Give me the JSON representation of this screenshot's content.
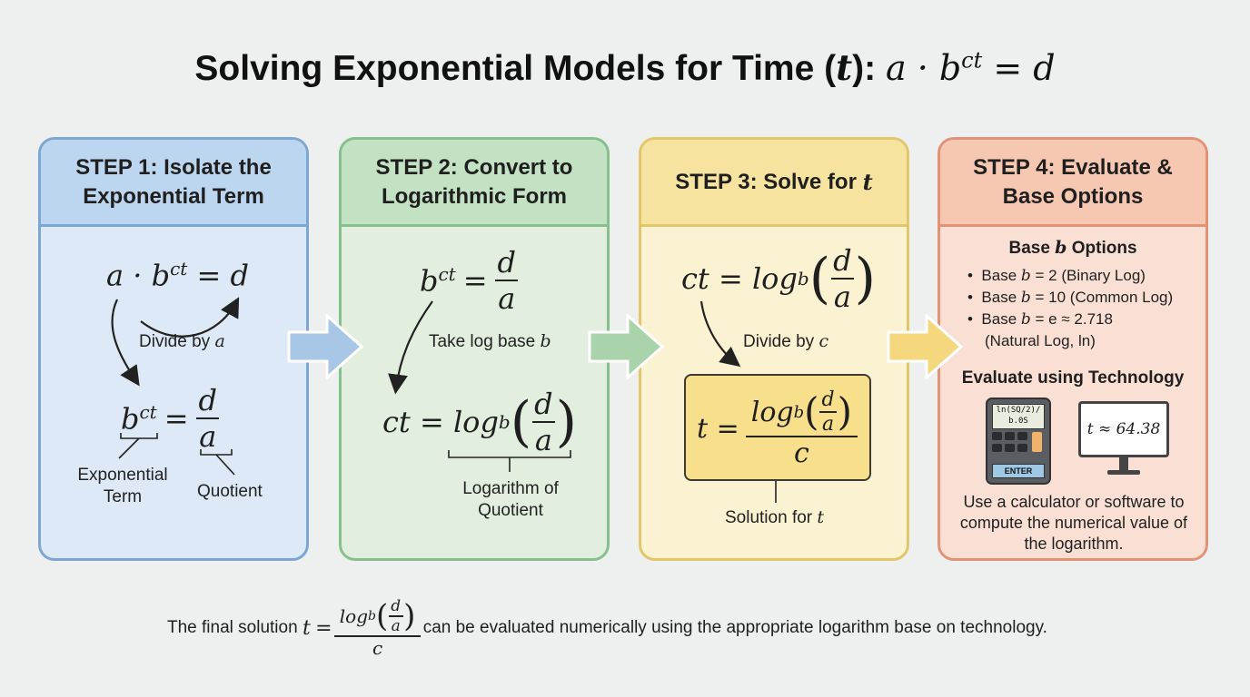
{
  "title": {
    "text": "Solving Exponential Models for Time (",
    "var": "t",
    "close": "):",
    "equation": "a · bᶜᵗ = d"
  },
  "step1": {
    "heading": "STEP 1: Isolate the Exponential Term",
    "eq_top_lhs": "a · b",
    "exp": "ct",
    "eq_top_rhs": "= d",
    "arrow_label": "Divide by",
    "arrow_var": "a",
    "eq_bottom_lhs": "b",
    "eq_bottom_eq": "=",
    "num": "d",
    "den": "a",
    "label_term": "Exponential Term",
    "label_quotient": "Quotient"
  },
  "step2": {
    "heading": "STEP 2: Convert to Logarithmic Form",
    "eq_top_lhs": "b",
    "exp": "ct",
    "eq_top_eq": "=",
    "num": "d",
    "den": "a",
    "arrow_label": "Take log base",
    "arrow_var": "b",
    "eq_bottom_lhs": "ct = log",
    "sub": "b",
    "label_log": "Logarithm of Quotient"
  },
  "step3": {
    "heading": "STEP 3: Solve for",
    "heading_var": "t",
    "eq_top_lhs": "ct = log",
    "sub": "b",
    "num": "d",
    "den": "a",
    "arrow_label": "Divide by",
    "arrow_var": "c",
    "sol_lhs": "t =",
    "sol_den": "c",
    "label_solution": "Solution for",
    "label_var": "t"
  },
  "step4": {
    "heading": "STEP 4: Evaluate & Base Options",
    "options_title": "Base",
    "options_var": "b",
    "options_title2": "Options",
    "options": [
      {
        "pre": "Base",
        "var": "b",
        "text": "= 2 (Binary Log)"
      },
      {
        "pre": "Base",
        "var": "b",
        "text": "= 10 (Common Log)"
      },
      {
        "pre": "Base",
        "var": "b",
        "text": "= e ≈ 2.718"
      }
    ],
    "option3_cont": "(Natural Log, ln)",
    "tech_title": "Evaluate using Technology",
    "calc_screen_1": "ln(SQ/2)/",
    "calc_screen_2": "b.0S",
    "calc_enter": "ENTER",
    "monitor_text": "t ≈ 64.38",
    "description": "Use a calculator or software to compute the numerical value of the logarithm."
  },
  "footer": {
    "pre": "The final solution",
    "var": "t",
    "log": "log",
    "sub": "b",
    "num": "d",
    "den": "a",
    "bottom": "c",
    "post": "can be evaluated numerically using the appropriate logarithm base on technology."
  },
  "colors": {
    "blue": "#bdd6ef",
    "green": "#c3e2c3",
    "yellow": "#f7e3a0",
    "orange": "#f6c7b1"
  }
}
